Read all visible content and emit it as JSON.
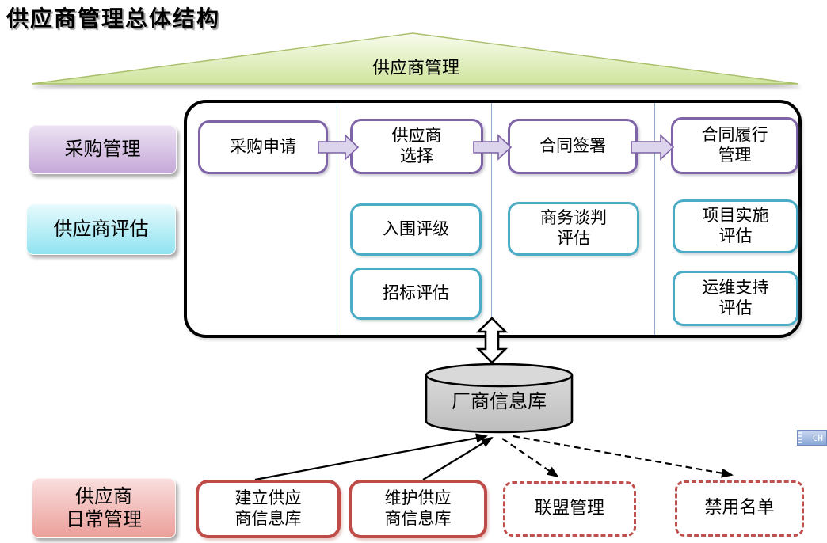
{
  "header": {
    "title": "供应商管理总体结构"
  },
  "pyramid": {
    "label": "供应商管理",
    "fill_top": "#F8FCEE",
    "fill_bottom": "#CFE49C",
    "edge_color": "#A9BE69"
  },
  "lanes": {
    "procurement": {
      "label": "采购管理",
      "gradient_top": "#ECE2F3",
      "gradient_bottom": "#C5A8D8"
    },
    "evaluation": {
      "label": "供应商评估",
      "gradient_top": "#E6FAFC",
      "gradient_bottom": "#90E3F1"
    },
    "daily": {
      "label": "供应商\n日常管理",
      "gradient_top": "#F9DEDD",
      "gradient_bottom": "#EC9F9A"
    }
  },
  "process": {
    "row1": [
      {
        "label": "采购申请"
      },
      {
        "label": "供应商\n选择"
      },
      {
        "label": "合同签署"
      },
      {
        "label": "合同履行\n管理"
      }
    ],
    "row2": [
      {
        "label": "入围评级"
      },
      {
        "label": "商务谈判\n评估"
      },
      {
        "label": "项目实施\n评估"
      }
    ],
    "row3": [
      {
        "label": "招标评估"
      },
      {
        "label": "运维支持\n评估"
      }
    ],
    "border_purple": "#7E64A6",
    "border_cyan": "#4BACC6",
    "flow_arrow_fill": "#DCD3EC",
    "divider_color": "#8FAACC",
    "frame_border": "#000000"
  },
  "database": {
    "label": "厂商信息库",
    "fill": "#C9C9C9"
  },
  "daily_ops": [
    {
      "label": "建立供应\n商信息库",
      "border_style": "solid"
    },
    {
      "label": "维护供应\n商信息库",
      "border_style": "solid"
    },
    {
      "label": "联盟管理",
      "border_style": "dashed"
    },
    {
      "label": "禁用名单",
      "border_style": "dashed"
    }
  ],
  "colors": {
    "red_border": "#BE4B48",
    "red_dashed": "#C0504D"
  },
  "ime": {
    "label": "CH"
  }
}
